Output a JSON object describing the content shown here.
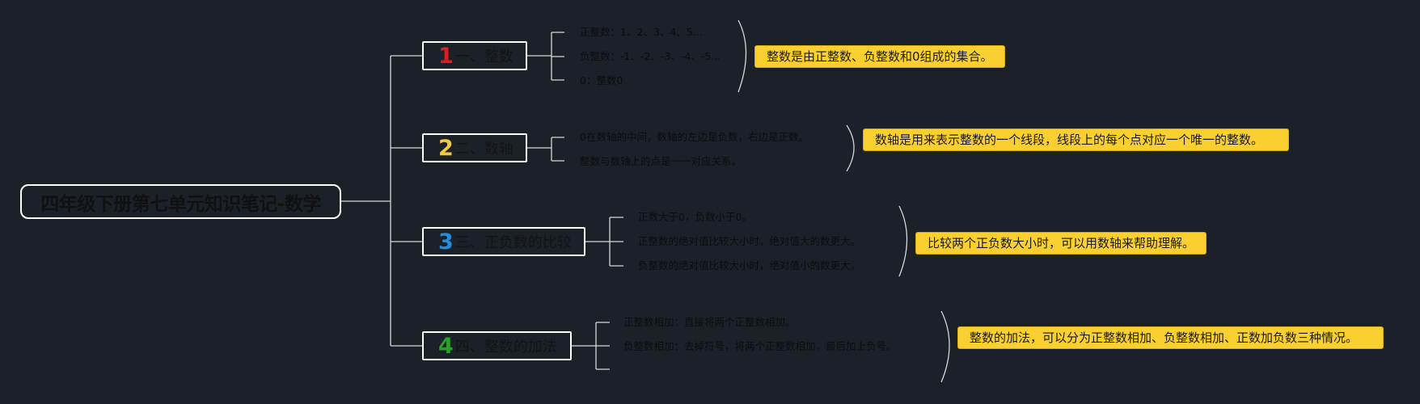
{
  "root": {
    "title": "四年级下册第七单元知识笔记-数学"
  },
  "colors": {
    "background": "#1c2029",
    "line": "#d6d6d6",
    "summary_bg": "#f9d030",
    "badge_1": "#e01b24",
    "badge_2": "#f5c83a",
    "badge_3": "#1f8ee0",
    "badge_4": "#2e9c2e"
  },
  "branches": [
    {
      "number": "1",
      "label": "一、整数",
      "items": [
        "正整数：1、2、3、4、5...",
        "负整数：-1、-2、-3、-4、-5...",
        "0：整数0"
      ],
      "summary": "整数是由正整数、负整数和0组成的集合。"
    },
    {
      "number": "2",
      "label": "二、数轴",
      "items": [
        "0在数轴的中间，数轴的左边是负数，右边是正数。",
        "整数与数轴上的点是一一对应关系。"
      ],
      "summary": "数轴是用来表示整数的一个线段，线段上的每个点对应一个唯一的整数。"
    },
    {
      "number": "3",
      "label": "三、正负数的比较",
      "items": [
        "正数大于0，负数小于0。",
        "正整数的绝对值比较大小时，绝对值大的数更大。",
        "负整数的绝对值比较大小时，绝对值小的数更大。"
      ],
      "summary": "比较两个正负数大小时，可以用数轴来帮助理解。"
    },
    {
      "number": "4",
      "label": "四、整数的加法",
      "items": [
        "正整数相加：直接将两个正整数相加。",
        "负整数相加：去掉符号，将两个正整数相加，最后加上负号。",
        ""
      ],
      "summary": "整数的加法，可以分为正整数相加、负整数相加、正数加负数三种情况。"
    }
  ]
}
